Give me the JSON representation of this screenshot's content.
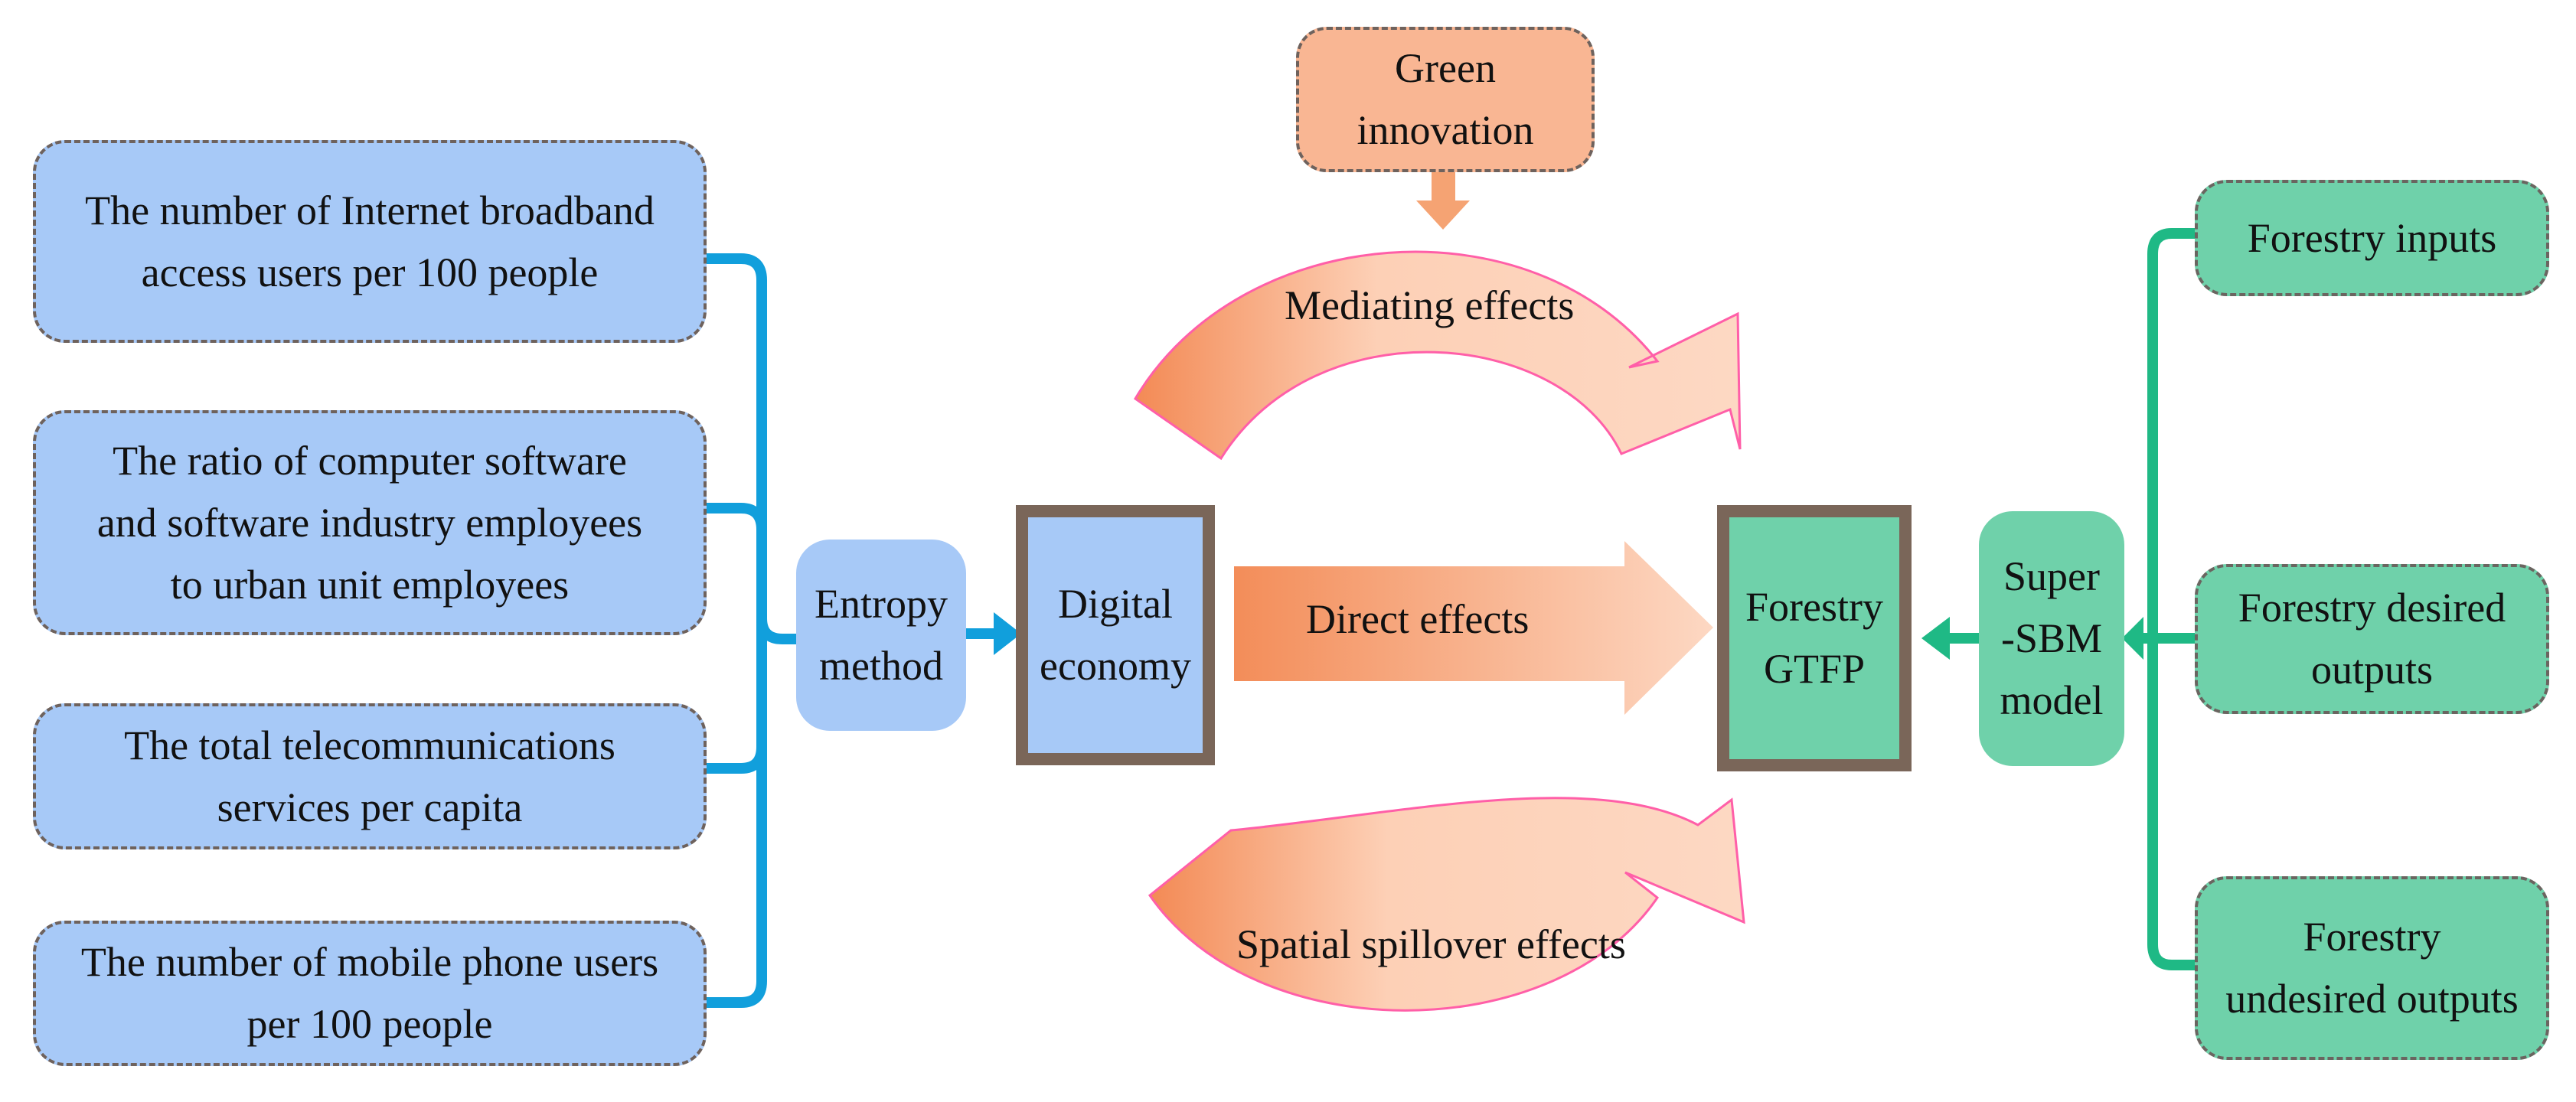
{
  "indicators": [
    {
      "lines": [
        "The number of Internet broadband",
        "access users per 100 people"
      ]
    },
    {
      "lines": [
        "The ratio of computer software",
        "and software industry employees",
        "to urban unit employees"
      ]
    },
    {
      "lines": [
        "The total telecommunications",
        "services per capita"
      ]
    },
    {
      "lines": [
        "The number of mobile phone users",
        "per 100 people"
      ]
    }
  ],
  "entropy_method": {
    "lines": [
      "Entropy",
      "method"
    ]
  },
  "digital_economy": {
    "lines": [
      "Digital",
      "economy"
    ]
  },
  "green_innovation": {
    "lines": [
      "Green",
      "innovation"
    ]
  },
  "effects": {
    "mediating": "Mediating effects",
    "direct": "Direct effects",
    "spatial": "Spatial spillover effects"
  },
  "forestry_gtfp": {
    "lines": [
      "Forestry",
      "GTFP"
    ]
  },
  "super_sbm": {
    "lines": [
      "Super",
      "-SBM",
      "model"
    ]
  },
  "forestry_items": [
    {
      "lines": [
        "Forestry inputs"
      ]
    },
    {
      "lines": [
        "Forestry desired",
        "outputs"
      ]
    },
    {
      "lines": [
        "Forestry",
        "undesired outputs"
      ]
    }
  ],
  "colors": {
    "blue_box": "#a7c9f7",
    "green_box": "#6fd1aa",
    "blue_connector": "#119fdc",
    "green_connector": "#1fb985",
    "orange_box": "#f9b693",
    "arrow_dark": "#f38d59",
    "arrow_light": "#fdd3bb",
    "frame": "#7a6659"
  }
}
